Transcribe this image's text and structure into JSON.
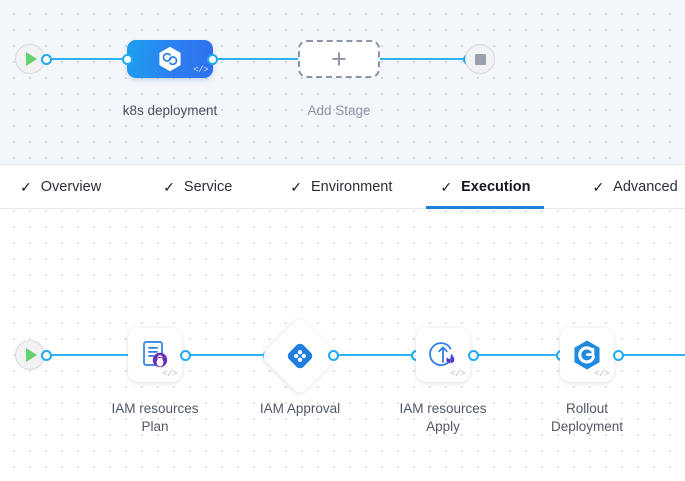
{
  "pipeline": {
    "start_icon": "play-icon",
    "end_icon": "stop-icon",
    "stages": [
      {
        "name": "k8s deployment",
        "type": "kubernetes",
        "code_tag": "</>"
      },
      {
        "name": "Add Stage",
        "type": "add",
        "plus": "+"
      }
    ]
  },
  "tabs": [
    {
      "label": "Overview",
      "check": "✓",
      "active": false
    },
    {
      "label": "Service",
      "check": "✓",
      "active": false
    },
    {
      "label": "Environment",
      "check": "✓",
      "active": false
    },
    {
      "label": "Execution",
      "check": "✓",
      "active": true
    },
    {
      "label": "Advanced",
      "check": "✓",
      "active": false
    }
  ],
  "execution": {
    "start_icon": "play-icon",
    "steps": [
      {
        "label_line1": "IAM resources",
        "label_line2": "Plan",
        "icon": "terraform-plan-icon",
        "code_tag": "</>",
        "shape": "rounded"
      },
      {
        "label_line1": "IAM Approval",
        "label_line2": "",
        "icon": "harness-approval-icon",
        "code_tag": "",
        "shape": "diamond"
      },
      {
        "label_line1": "IAM resources",
        "label_line2": "Apply",
        "icon": "terraform-apply-icon",
        "code_tag": "</>",
        "shape": "rounded"
      },
      {
        "label_line1": "Rollout",
        "label_line2": "Deployment",
        "icon": "argo-rollout-icon",
        "code_tag": "</>",
        "shape": "rounded"
      }
    ]
  },
  "colors": {
    "accent": "#2ab4f5",
    "stage_blue": "#1d9ff0",
    "active_tab": "#1f7ede",
    "play_green": "#63d26d",
    "terraform_purple": "#6b46c1"
  }
}
